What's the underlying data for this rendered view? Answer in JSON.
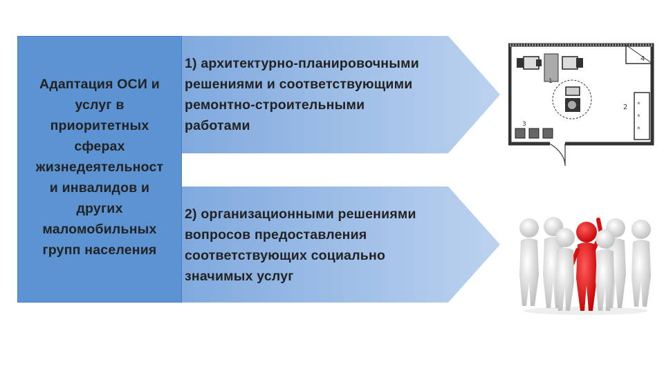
{
  "left_panel": {
    "text": "Адаптация ОСИ и\nуслуг в\nприоритетных\nсферах\nжизнедеятельност\nи инвалидов и\nдругих\nмаломобильных\nгрупп населения"
  },
  "arrows": [
    {
      "text": "1) архитектурно-планировочными\nрешениями и соответствующими\nремонтно-строительными\nработами"
    },
    {
      "text": "2) организационными решениями\nвопросов предоставления\nсоответствующих социально\nзначимых услуг"
    }
  ],
  "floor_plan": {
    "labels": [
      "4",
      "1",
      "2",
      "3"
    ]
  },
  "colors": {
    "panel": "#5b93d3",
    "arrow_gradient_start": "#7fa9de",
    "arrow_gradient_end": "#bcd2ef",
    "leader_figure": "#e01e1e",
    "crowd_figures": "#dcdcdc"
  }
}
